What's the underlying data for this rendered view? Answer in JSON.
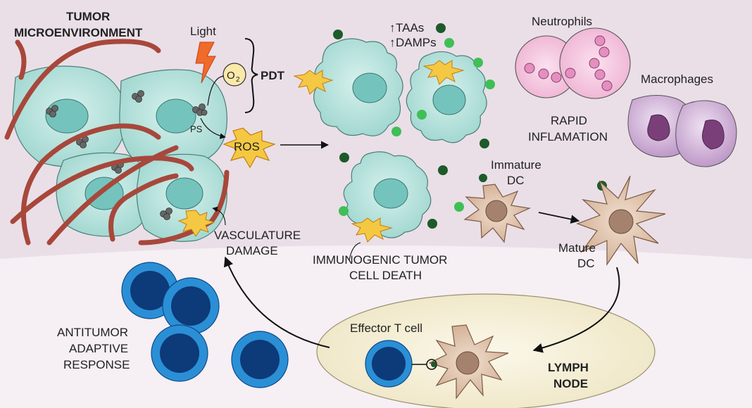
{
  "labels": {
    "tumor_line1": "TUMOR",
    "tumor_line2": "MICROENVIRONMENT",
    "light": "Light",
    "o2": "O",
    "o2_sub": "2",
    "pdt": "PDT",
    "ps": "PS",
    "ros": "ROS",
    "taas": "TAAs",
    "damps": "DAMPs",
    "up_arrow": "↑",
    "neutrophils": "Neutrophils",
    "macrophages": "Macrophages",
    "rapid": "RAPID",
    "inflamation": "INFLAMATION",
    "immature": "Immature",
    "immature_dc": "DC",
    "mature": "Mature",
    "mature_dc": "DC",
    "vasculature": "VASCULATURE",
    "damage": "DAMAGE",
    "icd_line1": "IMMUNOGENIC TUMOR",
    "icd_line2": "CELL DEATH",
    "antitumor": "ANTITUMOR",
    "adaptive": "ADAPTIVE",
    "response": "RESPONSE",
    "effector": "Effector T cell",
    "lymph": "LYMPH",
    "node": "NODE"
  },
  "colors": {
    "tme_background": "#ebe0e8",
    "lower_background": "#f5eef3",
    "tumor_cell": "#a9ddd6",
    "nucleus": "#74c4bd",
    "vessel": "#a8473b",
    "ros_star": "#f4c842",
    "light_bolt": "#f06a2a",
    "dc": "#d4b49c",
    "dc_nucleus": "#a5826d",
    "t_cell": "#1d72b8",
    "t_cell_nucleus": "#0d3a78",
    "neutrophil": "#f1b9d7",
    "macrophage": "#c9a6cf",
    "lymph_node": "#f6f0d8",
    "dark_green_dot": "#1d5a2a",
    "light_green_dot": "#3fbf56"
  }
}
